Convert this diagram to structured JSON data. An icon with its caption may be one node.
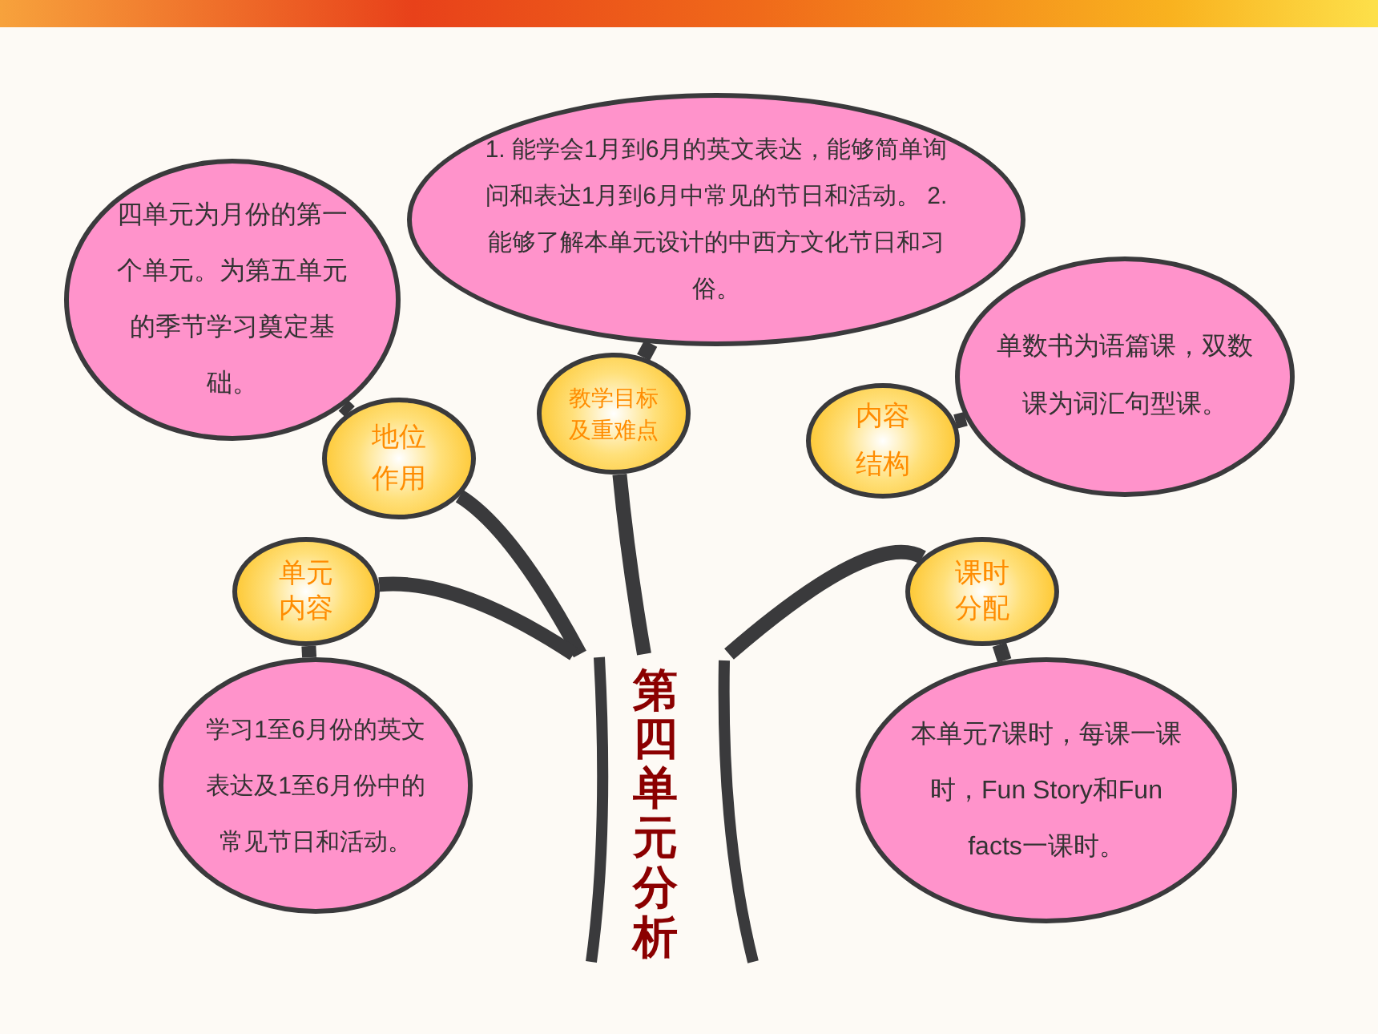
{
  "diagram": {
    "nodes": [
      {
        "text": [
          "1. 能学会1月到6月的英文表达，能够简单询问和表达1月到6月中常见的节日和活动。 2. 能够了解本单元设计的中西方文化节日和习俗。"
        ]
      },
      {
        "text": [
          "四单元为月份的第一个单元。为第五单元的季节学习奠定基础。"
        ]
      },
      {
        "text": [
          "单数书为语篇课，双数课为词汇句型课。"
        ]
      },
      {
        "text": [
          "地位作用"
        ]
      },
      {
        "text": [
          "教学目标及重难点"
        ]
      },
      {
        "text": [
          "内容结构"
        ]
      },
      {
        "text": [
          "单元内容"
        ]
      },
      {
        "text": [
          "课时分配"
        ]
      },
      {
        "text": [
          "学习1至6月份的英文表达及1至6月份中的常见节日和活动。"
        ]
      },
      {
        "text": [
          "本单元7课时，每课一课时，Fun Story和Fun facts一课时。"
        ]
      },
      {
        "text": [
          "第四单元分析"
        ]
      }
    ],
    "edges": [
      {
        "from": 10,
        "to": 3,
        "arrow": "none"
      },
      {
        "from": 10,
        "to": 4,
        "arrow": "none"
      },
      {
        "from": 10,
        "to": 6,
        "arrow": "none"
      },
      {
        "from": 10,
        "to": 7,
        "arrow": "none"
      },
      {
        "from": 3,
        "to": 1,
        "arrow": "none"
      },
      {
        "from": 4,
        "to": 0,
        "arrow": "none"
      },
      {
        "from": 5,
        "to": 2,
        "arrow": "none"
      },
      {
        "from": 6,
        "to": 8,
        "arrow": "none"
      },
      {
        "from": 7,
        "to": 9,
        "arrow": "none"
      }
    ]
  }
}
